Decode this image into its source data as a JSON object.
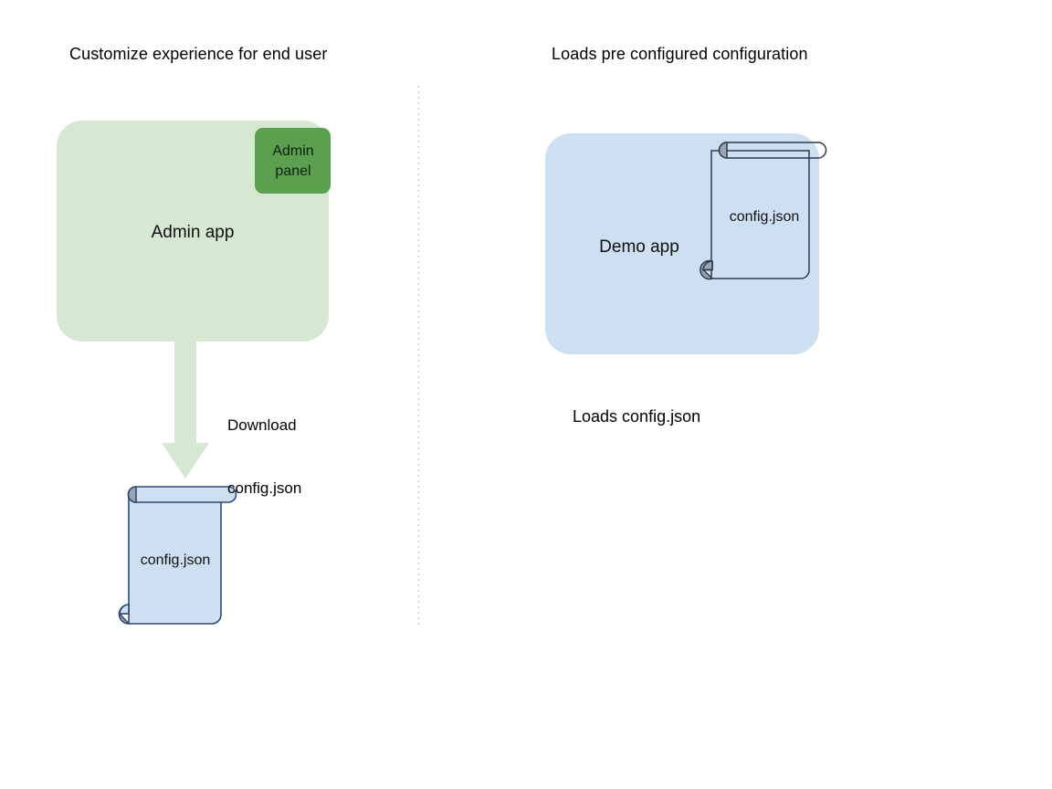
{
  "diagram": {
    "type": "flow-diagram",
    "background": "#ffffff",
    "columns": [
      {
        "id": "left",
        "title": "Customize experience for end user",
        "app": {
          "name": "Admin app",
          "fill": "#d6e8d1",
          "panel": {
            "name": "Admin panel",
            "line1": "Admin",
            "line2": "panel",
            "fill": "#5aa04f"
          }
        },
        "edge": {
          "label_line1": "Download",
          "label_line2": "config.json",
          "direction": "down",
          "color": "#d6e8d1"
        },
        "document": {
          "name": "config.json",
          "fill": "#cfdff2",
          "stroke": "#2f4a72",
          "curl_fill": "#9aa5b1"
        }
      },
      {
        "id": "right",
        "title": "Loads pre configured configuration",
        "app": {
          "name": "Demo app",
          "fill": "#cfdff2"
        },
        "document": {
          "name": "config.json",
          "fill": "transparent",
          "stroke": "#2f3b4a",
          "curl_fill": "#9aa5b1"
        },
        "caption": "Loads config.json"
      }
    ],
    "divider": {
      "name": "vertical-dotted-divider",
      "style": "dotted",
      "color": "#cccccc"
    }
  }
}
